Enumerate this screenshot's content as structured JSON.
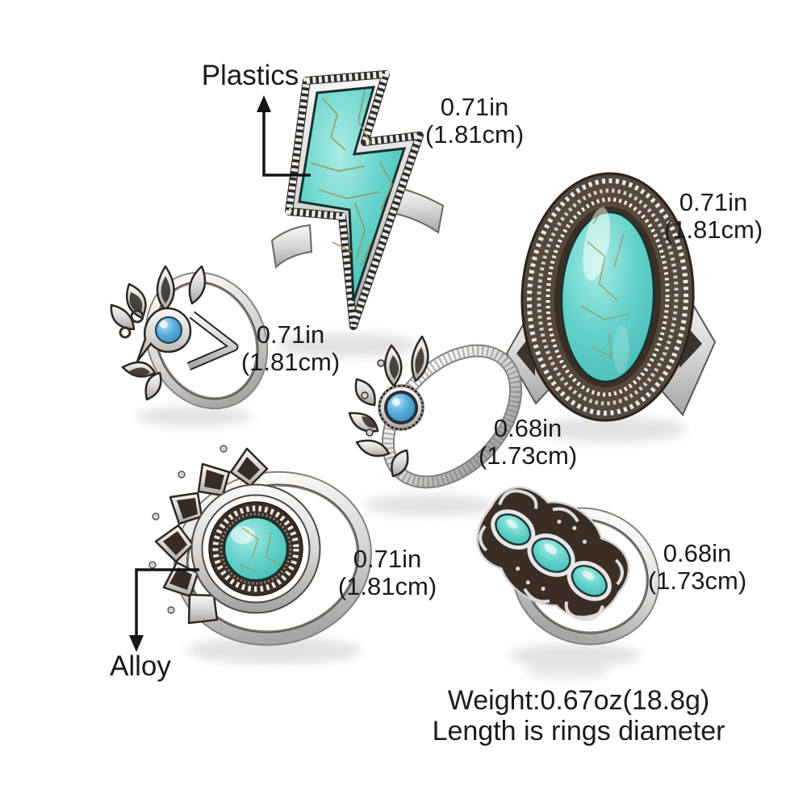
{
  "image": {
    "type": "product-photo",
    "subject": "bohemian antique silver turquoise ring set",
    "ring_count": 6,
    "background": "#ffffff"
  },
  "annotations": {
    "material_labels": [
      {
        "text": "Plastics",
        "target": "lightning-bolt-ring"
      },
      {
        "text": "Alloy",
        "target": "round-stone-ring"
      }
    ],
    "measurements": [
      {
        "ring": "lightning-bolt-ring",
        "inches": "0.71in",
        "cm": "(1.81cm)"
      },
      {
        "ring": "oval-stone-ring",
        "inches": "0.71in",
        "cm": "(1.81cm)"
      },
      {
        "ring": "small-crown-ring",
        "inches": "0.71in",
        "cm": "(1.81cm)"
      },
      {
        "ring": "crown-ring",
        "inches": "0.68in",
        "cm": "(1.73cm)"
      },
      {
        "ring": "round-stone-ring",
        "inches": "0.71in",
        "cm": "(1.81cm)"
      },
      {
        "ring": "three-stone-ring",
        "inches": "0.68in",
        "cm": "(1.73cm)"
      }
    ],
    "footer": {
      "weight": "Weight:0.67oz(18.8g)",
      "note": "Length is rings diameter"
    }
  },
  "rings": [
    {
      "id": "lightning-bolt-ring",
      "stone": "turquoise lightning bolt inlay"
    },
    {
      "id": "oval-stone-ring",
      "stone": "large oval turquoise cabochon"
    },
    {
      "id": "small-crown-ring",
      "stone": "small round blue turquoise bead"
    },
    {
      "id": "crown-ring",
      "stone": "round blue turquoise bead"
    },
    {
      "id": "round-stone-ring",
      "stone": "large round turquoise cabochon"
    },
    {
      "id": "three-stone-ring",
      "stone": "three oval turquoise cabochons"
    }
  ],
  "palette": {
    "turquoise": "#5fd0c8",
    "blue_stone": "#4da6d8",
    "silver": "#d9d9d9",
    "antique_dark": "#3a2d24",
    "crack": "#96985c",
    "text": "#1b1b1b"
  }
}
